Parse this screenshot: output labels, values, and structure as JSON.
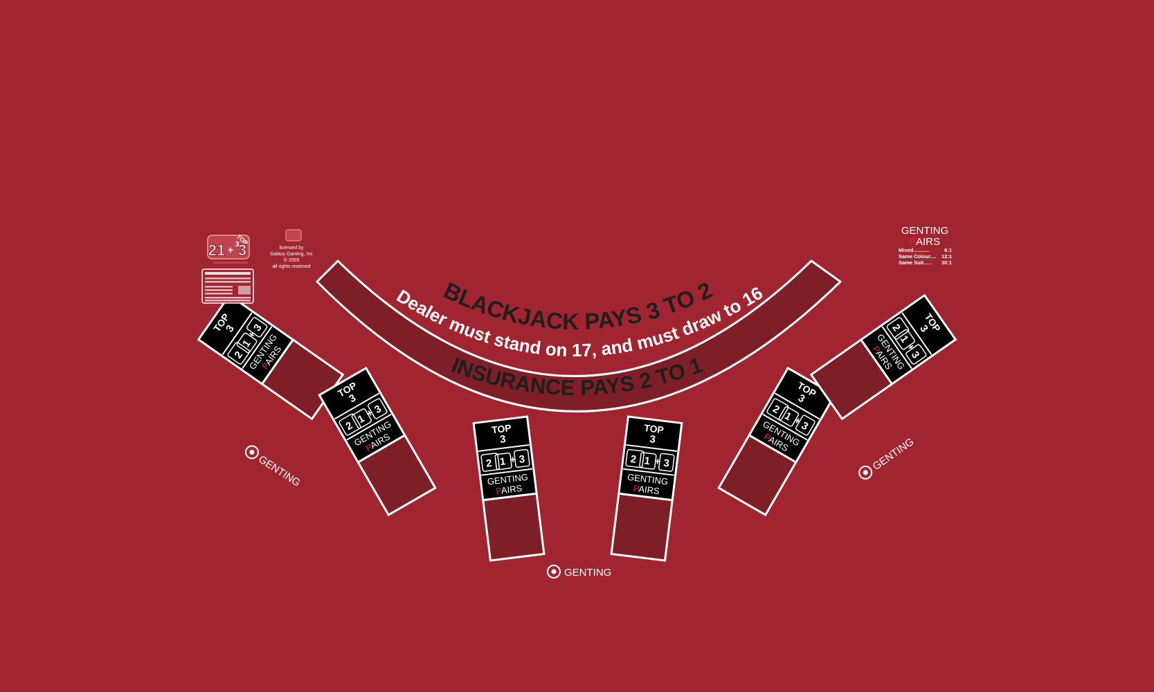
{
  "colors": {
    "felt": "#a12530",
    "betBox": "#7e1f27",
    "arcBand": "#7e1f27",
    "darkText": "#1e1e1e",
    "white": "#ffffff",
    "black": "#000000",
    "accentRed": "#e8202e"
  },
  "arc": {
    "blackjack_line": "BLACKJACK PAYS 3 TO 2",
    "dealer_line": "Dealer must stand on 17, and must draw to 16",
    "insurance_line": "INSURANCE PAYS 2 TO 1"
  },
  "spot_labels": {
    "top3_line1": "TOP",
    "top3_line2": "3",
    "card_a": "2",
    "card_b": "1",
    "plus": "+",
    "card_c": "3",
    "genting_word": "GENTING",
    "pairs_initial": "P",
    "pairs_rest": "AIRS"
  },
  "brand": {
    "name": "GENTING"
  },
  "pairs_paytable": {
    "title_word": "GENTING",
    "pairs_initial": "P",
    "pairs_rest": "AIRS",
    "rows": [
      {
        "label": "Mixed",
        "dots": "...........",
        "payout": "6:1"
      },
      {
        "label": "Same Colour",
        "dots": "....",
        "payout": "12:1"
      },
      {
        "label": "Same Suit",
        "dots": "......",
        "payout": "30:1"
      }
    ]
  },
  "license": {
    "line1": "licensed by",
    "line2": "Galaxy Gaming, Inc",
    "line3": "© 2005",
    "line4": "all rights reserved"
  },
  "logo": {
    "text_21": "21",
    "text_plus": "+",
    "text_3": "3",
    "text_top": "TOP",
    "text_top3": "3"
  }
}
